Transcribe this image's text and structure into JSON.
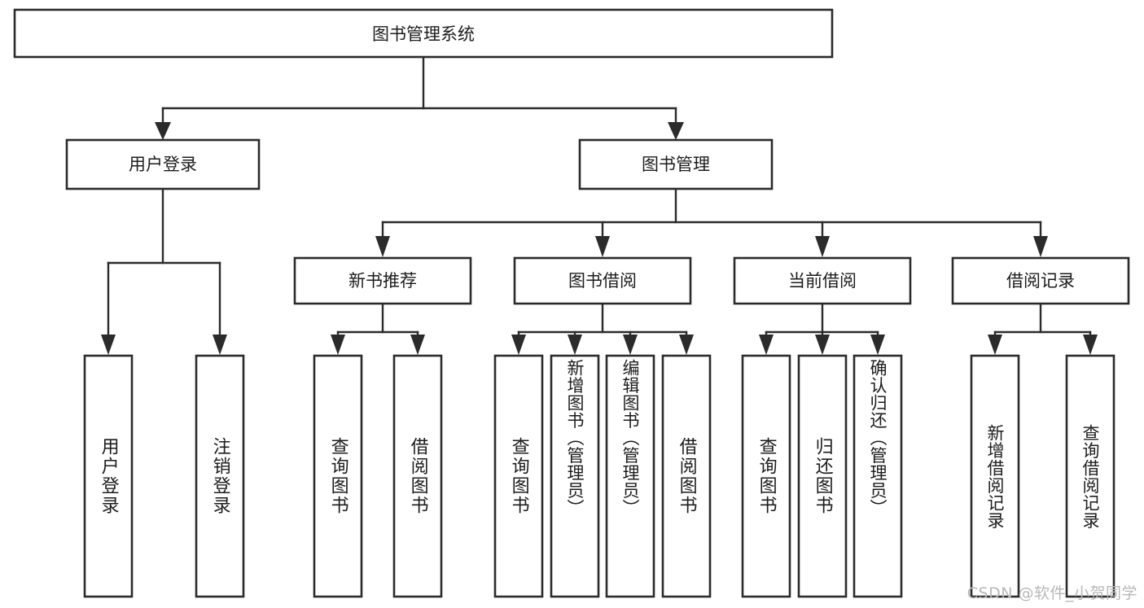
{
  "diagram": {
    "title": "图书管理系统",
    "watermark": "CSDN @软件_小贺同学",
    "root": {
      "label": "图书管理系统"
    },
    "level2": [
      {
        "id": "user-login",
        "label": "用户登录"
      },
      {
        "id": "book-manage",
        "label": "图书管理"
      }
    ],
    "level3": [
      {
        "id": "new-book-rec",
        "label": "新书推荐"
      },
      {
        "id": "book-borrow",
        "label": "图书借阅"
      },
      {
        "id": "current-borrow",
        "label": "当前借阅"
      },
      {
        "id": "borrow-record",
        "label": "借阅记录"
      }
    ],
    "leaves": {
      "user_login": [
        {
          "id": "leaf-user-login",
          "label": "用户登录"
        },
        {
          "id": "leaf-logout",
          "label": "注销登录"
        }
      ],
      "new_book_rec": [
        {
          "id": "leaf-query-book-1",
          "label": "查询图书"
        },
        {
          "id": "leaf-borrow-book-1",
          "label": "借阅图书"
        }
      ],
      "book_borrow": [
        {
          "id": "leaf-query-book-2",
          "label": "查询图书"
        },
        {
          "id": "leaf-add-book",
          "label": "新增图书（管理员）"
        },
        {
          "id": "leaf-edit-book",
          "label": "编辑图书（管理员）"
        },
        {
          "id": "leaf-borrow-book-2",
          "label": "借阅图书"
        }
      ],
      "current_borrow": [
        {
          "id": "leaf-query-book-3",
          "label": "查询图书"
        },
        {
          "id": "leaf-return-book",
          "label": "归还图书"
        },
        {
          "id": "leaf-confirm-return",
          "label": "确认归还（管理员）"
        }
      ],
      "borrow_record": [
        {
          "id": "leaf-add-record",
          "label": "新增借阅记录"
        },
        {
          "id": "leaf-query-record",
          "label": "查询借阅记录"
        }
      ]
    },
    "colors": {
      "stroke": "#2b2b2b",
      "fill": "#ffffff",
      "text": "#1c1c1c",
      "watermark": "#b8b8b8"
    }
  }
}
